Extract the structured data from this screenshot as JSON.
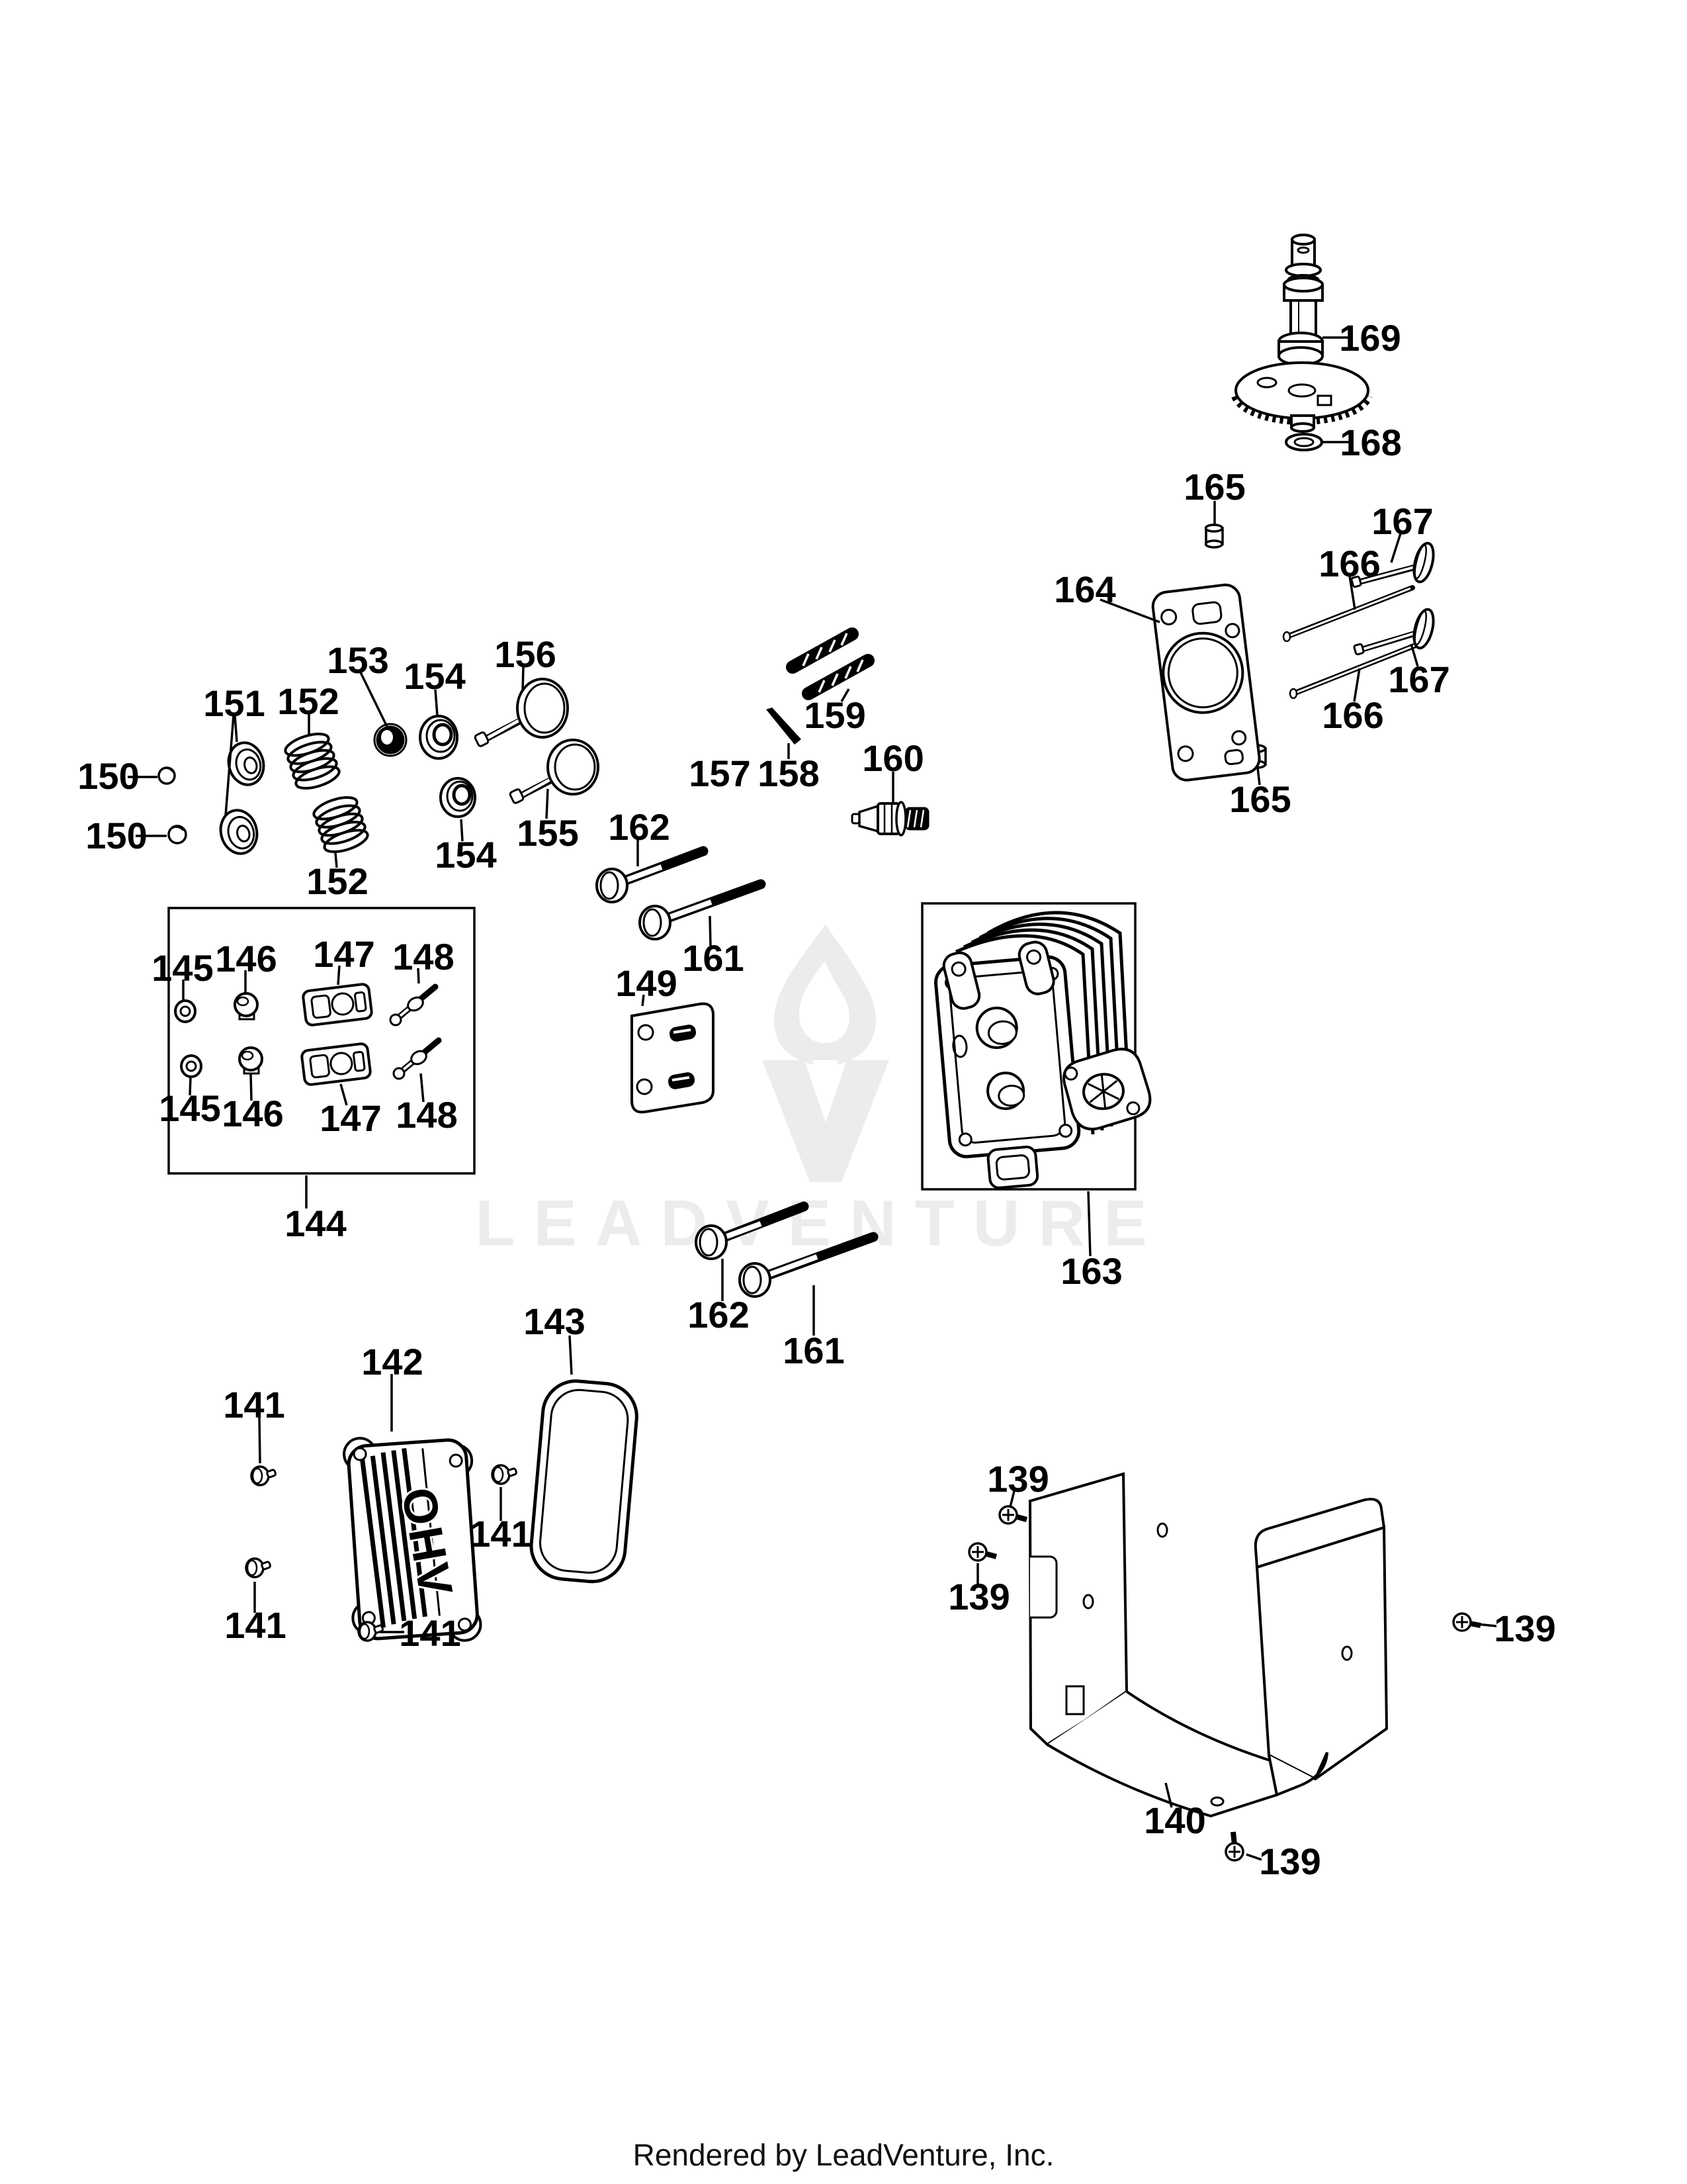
{
  "page": {
    "background": "#ffffff",
    "ink": "#000000"
  },
  "watermark": {
    "text": "LEADVENTURE",
    "logo": "leadventure-flame-v-logo",
    "color": "#ececec"
  },
  "footer": {
    "text": "Rendered by LeadVenture, Inc."
  },
  "diagram": {
    "type": "engine-cylinder-head-exploded-parts-diagram",
    "cover_embossed_text": "OHV",
    "labels": [
      {
        "part": "camshaft",
        "text": "169"
      },
      {
        "part": "washer",
        "text": "168"
      },
      {
        "part": "tappet-upper",
        "text": "165"
      },
      {
        "part": "head-gasket",
        "text": "164"
      },
      {
        "part": "valve-upper",
        "text": "167"
      },
      {
        "part": "push-rod-upper",
        "text": "166"
      },
      {
        "part": "push-rod-lower",
        "text": "166"
      },
      {
        "part": "valve-lower",
        "text": "167"
      },
      {
        "part": "tappet-lower",
        "text": "165"
      },
      {
        "part": "valve-cap-upper",
        "text": "150"
      },
      {
        "part": "valve-cap-lower",
        "text": "150"
      },
      {
        "part": "spring-retainer",
        "text": "151"
      },
      {
        "part": "valve-spring-upper",
        "text": "152"
      },
      {
        "part": "valve-spring-lower",
        "text": "152"
      },
      {
        "part": "valve-stem-seal",
        "text": "153"
      },
      {
        "part": "spring-seat-upper",
        "text": "154"
      },
      {
        "part": "spring-seat-lower",
        "text": "154"
      },
      {
        "part": "intake-valve",
        "text": "155"
      },
      {
        "part": "exhaust-valve",
        "text": "156"
      },
      {
        "part": "pin-a",
        "text": "157"
      },
      {
        "part": "pin-b",
        "text": "158"
      },
      {
        "part": "governor-springs",
        "text": "159"
      },
      {
        "part": "spark-plug",
        "text": "160"
      },
      {
        "part": "head-bolt-short-upper",
        "text": "162"
      },
      {
        "part": "head-bolt-long-upper",
        "text": "161"
      },
      {
        "part": "guide-plate",
        "text": "149"
      },
      {
        "part": "rocker-kit-box",
        "text": "144"
      },
      {
        "part": "rocker-nut-upper",
        "text": "145"
      },
      {
        "part": "rocker-pivot-upper",
        "text": "146"
      },
      {
        "part": "rocker-arm-upper",
        "text": "147"
      },
      {
        "part": "rocker-stud-upper",
        "text": "148"
      },
      {
        "part": "rocker-nut-lower",
        "text": "145"
      },
      {
        "part": "rocker-pivot-lower",
        "text": "146"
      },
      {
        "part": "rocker-arm-lower",
        "text": "147"
      },
      {
        "part": "rocker-stud-lower",
        "text": "148"
      },
      {
        "part": "head-bolt-short-lower",
        "text": "162"
      },
      {
        "part": "head-bolt-long-lower",
        "text": "161"
      },
      {
        "part": "cylinder-head",
        "text": "163"
      },
      {
        "part": "valve-cover",
        "text": "142"
      },
      {
        "part": "valve-cover-gasket",
        "text": "143"
      },
      {
        "part": "cover-bolt-a",
        "text": "141"
      },
      {
        "part": "cover-bolt-b",
        "text": "141"
      },
      {
        "part": "cover-bolt-c",
        "text": "141"
      },
      {
        "part": "cover-bolt-d",
        "text": "141"
      },
      {
        "part": "shield-screw-a",
        "text": "139"
      },
      {
        "part": "shield-screw-b",
        "text": "139"
      },
      {
        "part": "shield-screw-c",
        "text": "139"
      },
      {
        "part": "shield-screw-d",
        "text": "139"
      },
      {
        "part": "heat-shield",
        "text": "140"
      }
    ]
  }
}
